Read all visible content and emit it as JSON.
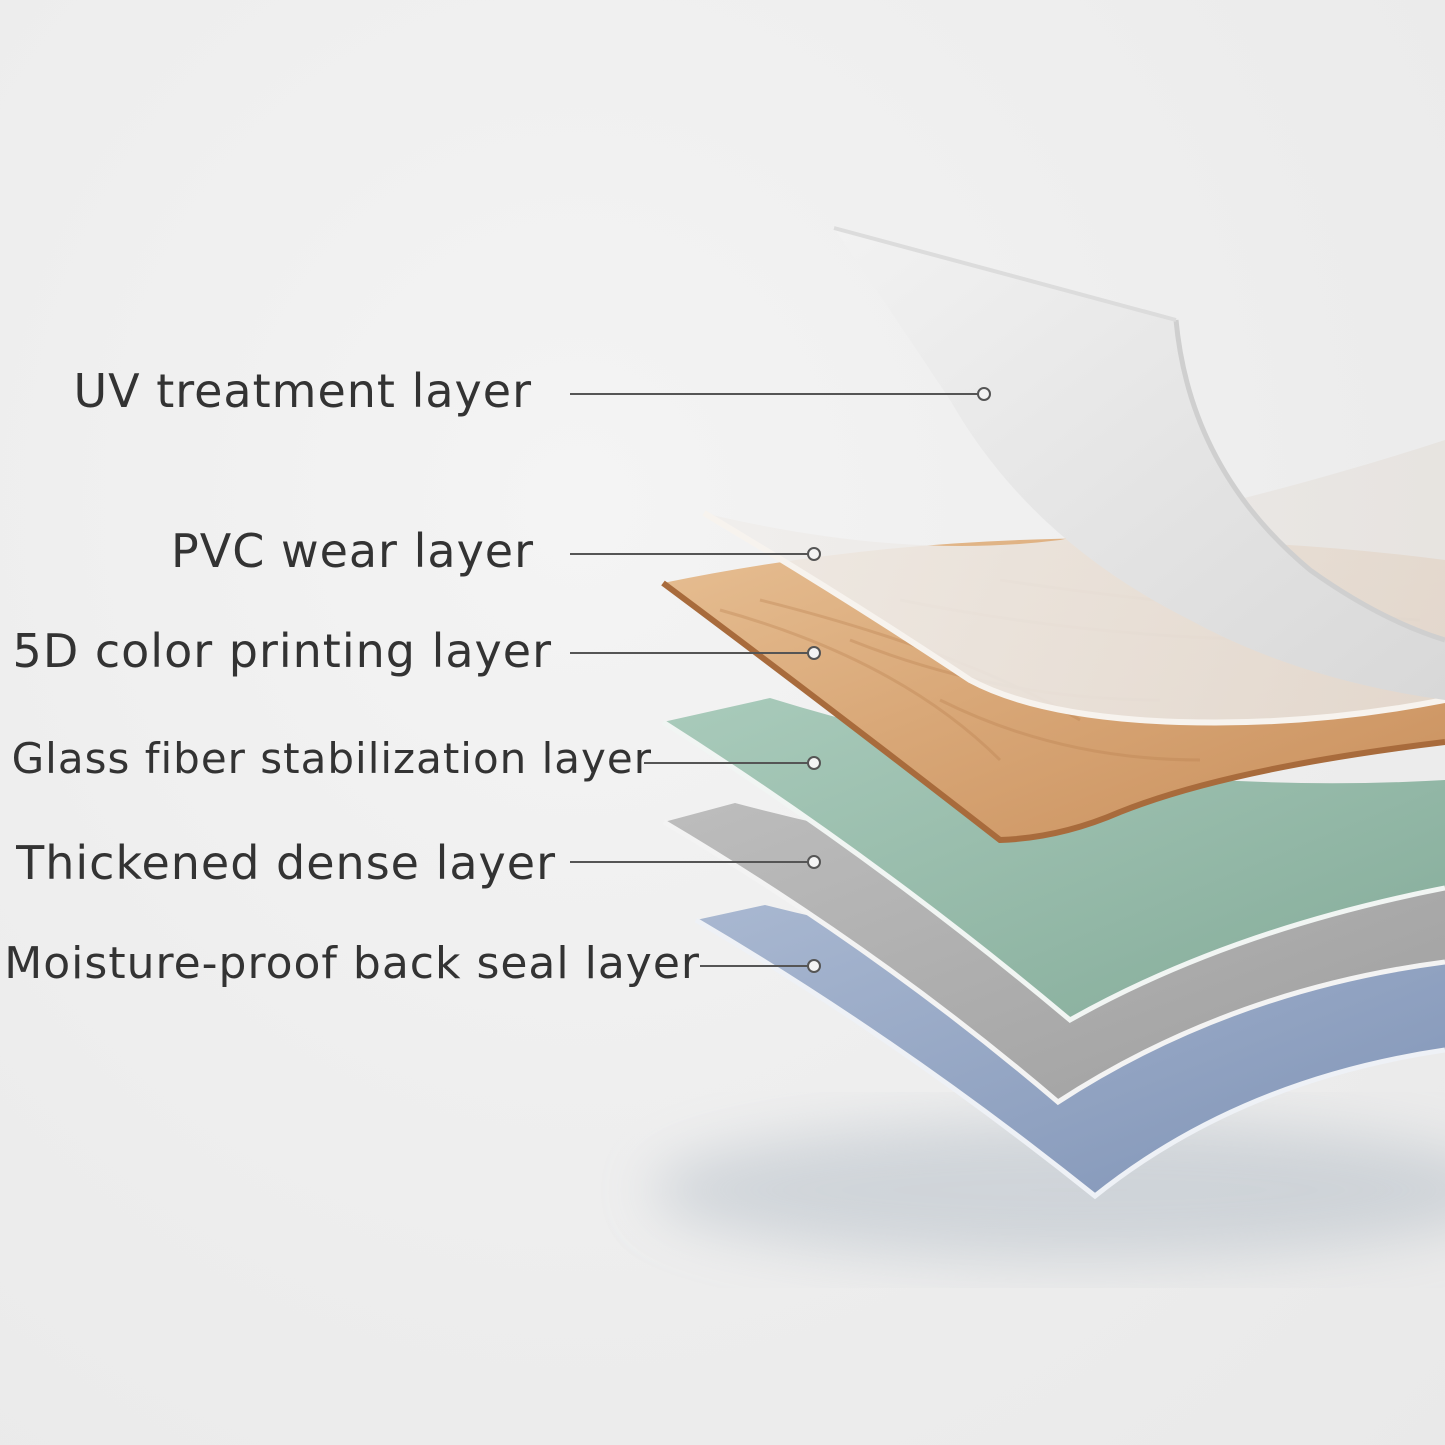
{
  "diagram": {
    "layers": [
      {
        "label": "UV treatment layer",
        "color": "#e3e3e3"
      },
      {
        "label": "PVC wear layer",
        "color": "#e9e9e9"
      },
      {
        "label": "5D color printing layer",
        "color": "#d9a878"
      },
      {
        "label": "Glass fiber stabilization layer",
        "color": "#8fb5a4"
      },
      {
        "label": "Thickened dense layer",
        "color": "#a7a7a7"
      },
      {
        "label": "Moisture-proof back seal layer",
        "color": "#8d9fbd"
      }
    ],
    "colors": {
      "label_text": "#333333",
      "leader_line": "#555555",
      "background": "#efefef"
    }
  }
}
